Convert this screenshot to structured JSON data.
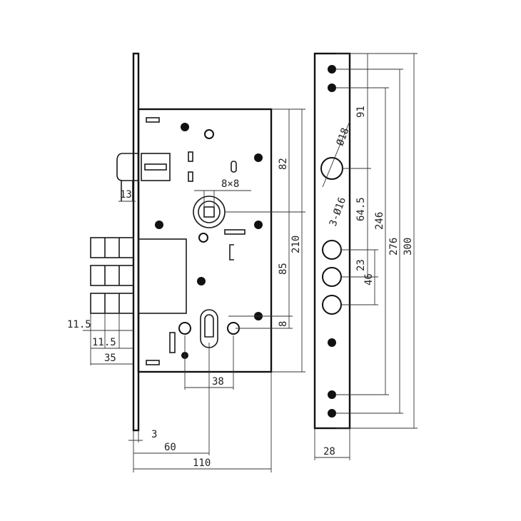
{
  "dimensions": {
    "d13": "13",
    "d82": "82",
    "d8x8": "8×8",
    "d210": "210",
    "d85": "85",
    "d8": "8",
    "d11_5a": "11.5",
    "d11_5b": "11.5",
    "d35": "35",
    "d38": "38",
    "d3": "3",
    "d60": "60",
    "d110": "110",
    "d91": "91",
    "d18": "Ø18",
    "d3x16": "3-Ø16",
    "d64_5": "64.5",
    "d246": "246",
    "d276": "276",
    "d300": "300",
    "d23": "23",
    "d46": "46",
    "d28": "28"
  },
  "colors": {
    "line": "#1a1a1a",
    "background": "#ffffff"
  }
}
